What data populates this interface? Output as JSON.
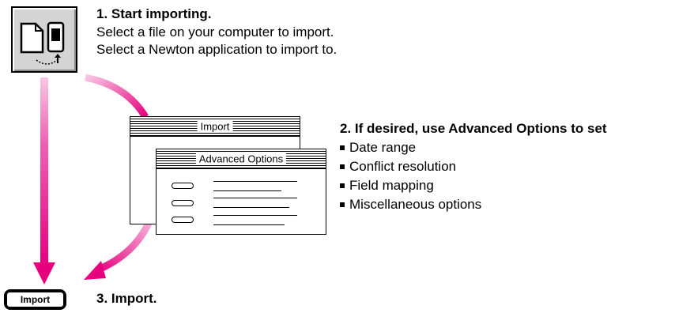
{
  "steps": [
    {
      "title": "1. Start importing.",
      "lines": [
        "Select a file on your computer to import.",
        "Select a Newton application to import to."
      ]
    },
    {
      "title": "2. If desired, use Advanced Options to set",
      "bullets": [
        "Date range",
        "Conflict resolution",
        "Field mapping",
        "Miscellaneous options"
      ]
    },
    {
      "title": "3. Import."
    }
  ],
  "windows": {
    "import_title": "Import",
    "advanced_title": "Advanced Options"
  },
  "button": {
    "label": "Import"
  },
  "colors": {
    "arrow": "#e6007e",
    "icon_bg": "#d4d4d4"
  },
  "icons": {
    "import_icon": "document-to-newton-icon"
  }
}
